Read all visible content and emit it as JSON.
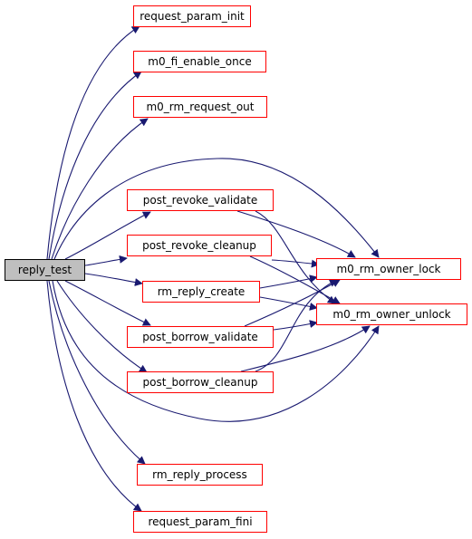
{
  "graph": {
    "root": "reply_test",
    "nodes": [
      {
        "id": "reply_test",
        "label": "reply_test"
      },
      {
        "id": "request_param_init",
        "label": "request_param_init"
      },
      {
        "id": "m0_fi_enable_once",
        "label": "m0_fi_enable_once"
      },
      {
        "id": "m0_rm_request_out",
        "label": "m0_rm_request_out"
      },
      {
        "id": "post_revoke_validate",
        "label": "post_revoke_validate"
      },
      {
        "id": "post_revoke_cleanup",
        "label": "post_revoke_cleanup"
      },
      {
        "id": "rm_reply_create",
        "label": "rm_reply_create"
      },
      {
        "id": "post_borrow_validate",
        "label": "post_borrow_validate"
      },
      {
        "id": "post_borrow_cleanup",
        "label": "post_borrow_cleanup"
      },
      {
        "id": "rm_reply_process",
        "label": "rm_reply_process"
      },
      {
        "id": "request_param_fini",
        "label": "request_param_fini"
      },
      {
        "id": "m0_rm_owner_lock",
        "label": "m0_rm_owner_lock"
      },
      {
        "id": "m0_rm_owner_unlock",
        "label": "m0_rm_owner_unlock"
      }
    ],
    "edges": [
      {
        "from": "reply_test",
        "to": "request_param_init"
      },
      {
        "from": "reply_test",
        "to": "m0_fi_enable_once"
      },
      {
        "from": "reply_test",
        "to": "m0_rm_request_out"
      },
      {
        "from": "reply_test",
        "to": "m0_rm_owner_lock"
      },
      {
        "from": "reply_test",
        "to": "post_revoke_validate"
      },
      {
        "from": "reply_test",
        "to": "post_revoke_cleanup"
      },
      {
        "from": "reply_test",
        "to": "rm_reply_create"
      },
      {
        "from": "reply_test",
        "to": "post_borrow_validate"
      },
      {
        "from": "reply_test",
        "to": "post_borrow_cleanup"
      },
      {
        "from": "reply_test",
        "to": "m0_rm_owner_unlock"
      },
      {
        "from": "reply_test",
        "to": "rm_reply_process"
      },
      {
        "from": "reply_test",
        "to": "request_param_fini"
      },
      {
        "from": "post_revoke_validate",
        "to": "m0_rm_owner_lock"
      },
      {
        "from": "post_revoke_validate",
        "to": "m0_rm_owner_unlock"
      },
      {
        "from": "post_revoke_cleanup",
        "to": "m0_rm_owner_lock"
      },
      {
        "from": "post_revoke_cleanup",
        "to": "m0_rm_owner_unlock"
      },
      {
        "from": "rm_reply_create",
        "to": "m0_rm_owner_lock"
      },
      {
        "from": "rm_reply_create",
        "to": "m0_rm_owner_unlock"
      },
      {
        "from": "post_borrow_validate",
        "to": "m0_rm_owner_lock"
      },
      {
        "from": "post_borrow_validate",
        "to": "m0_rm_owner_unlock"
      },
      {
        "from": "post_borrow_cleanup",
        "to": "m0_rm_owner_lock"
      },
      {
        "from": "post_borrow_cleanup",
        "to": "m0_rm_owner_unlock"
      }
    ],
    "colors": {
      "edge": "#191970",
      "node_border": "#ff0000",
      "root_fill": "#bfbfbf",
      "root_border": "#000000"
    }
  }
}
